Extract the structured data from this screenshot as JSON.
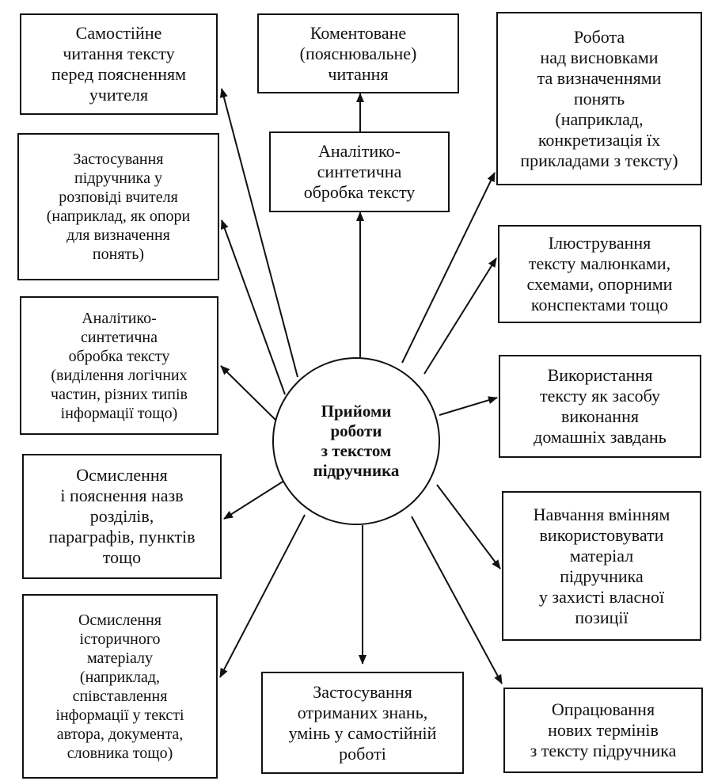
{
  "center": {
    "lines": [
      "Прийоми",
      "роботи",
      "з текстом",
      "підручника"
    ]
  },
  "boxes": [
    {
      "id": "self-reading",
      "lines": [
        "Самостійне",
        "читання тексту",
        "перед поясненням",
        "учителя"
      ]
    },
    {
      "id": "commented-reading",
      "lines": [
        "Коментоване",
        "(пояснювальне)",
        "читання"
      ]
    },
    {
      "id": "conclusions",
      "lines": [
        "Робота",
        "над висновками",
        "та визначеннями",
        "понять",
        "(наприклад,",
        "конкретизація їх",
        "прикладами з тексту)"
      ]
    },
    {
      "id": "textbook-use",
      "lines": [
        "Застосування",
        "підручника у",
        "розповіді вчителя",
        "(наприклад, як опори",
        "для визначення",
        "понять)"
      ]
    },
    {
      "id": "analytic-top",
      "lines": [
        "Аналітико-",
        "синтетична",
        "обробка тексту"
      ]
    },
    {
      "id": "illustration",
      "lines": [
        "Ілюстрування",
        "тексту малюнками,",
        "схемами, опорними",
        "конспектами тощо"
      ]
    },
    {
      "id": "analytic-left",
      "lines": [
        "Аналітико-",
        "синтетична",
        "обробка тексту",
        "(виділення логічних",
        "частин, різних типів",
        "інформації тощо)"
      ]
    },
    {
      "id": "homework",
      "lines": [
        "Використання",
        "тексту як засобу",
        "виконання",
        "домашніх завдань"
      ]
    },
    {
      "id": "titles",
      "lines": [
        "Осмислення",
        "і пояснення назв",
        "розділів,",
        "параграфів, пунктів",
        "тощо"
      ]
    },
    {
      "id": "skills",
      "lines": [
        "Навчання вмінням",
        "використовувати",
        "матеріал",
        "підручника",
        "у захисті власної",
        "позиції"
      ]
    },
    {
      "id": "historical",
      "lines": [
        "Осмислення",
        "історичного",
        "матеріалу",
        "(наприклад,",
        "співставлення",
        "інформації у тексті",
        "автора, документа,",
        "словника тощо)"
      ]
    },
    {
      "id": "apply-knowledge",
      "lines": [
        "Застосування",
        "отриманих знань,",
        "умінь у самостійній",
        "роботі"
      ]
    },
    {
      "id": "terms",
      "lines": [
        "Опрацювання",
        "нових термінів",
        "з тексту підручника"
      ]
    }
  ]
}
